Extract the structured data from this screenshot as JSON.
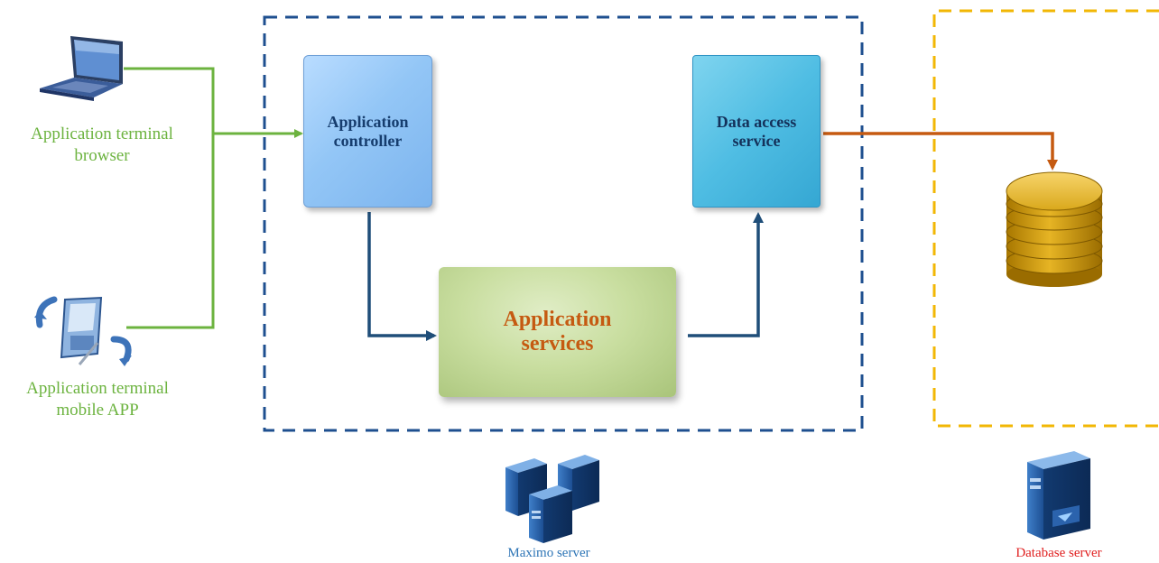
{
  "terminals": {
    "browser": {
      "line1": "Application terminal",
      "line2": "browser",
      "icon": "laptop-icon"
    },
    "mobile": {
      "line1": "Application terminal",
      "line2": "mobile APP",
      "icon": "mobile-device-icon"
    }
  },
  "maximo": {
    "controller": {
      "line1": "Application",
      "line2": "controller"
    },
    "services": {
      "line1": "Application",
      "line2": "services"
    },
    "data_access": {
      "line1": "Data access",
      "line2": "service"
    },
    "server_label": "Maximo server",
    "server_icon": "server-cluster-icon"
  },
  "database": {
    "server_label": "Database server",
    "icon": "database-icon",
    "server_icon": "server-tower-icon"
  },
  "colors": {
    "terminal_green": "#6cb33f",
    "maximo_blue": "#1e4f8f",
    "db_border_yellow": "#f2b705",
    "db_link_orange": "#c55a11",
    "maximo_label": "#2e75b6",
    "database_label": "#e02020"
  }
}
